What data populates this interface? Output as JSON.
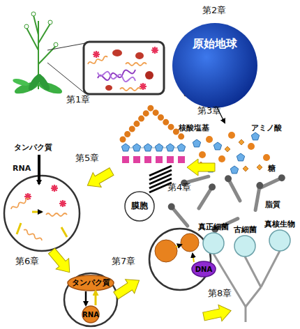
{
  "diagram": {
    "nodes": [
      {
        "text": [
          "原始地球"
        ]
      },
      {
        "text": [
          "膜胞"
        ]
      },
      {
        "text": [
          "タンパク質"
        ]
      },
      {
        "text": [
          "RNA"
        ]
      },
      {
        "text": [
          "DNA"
        ]
      },
      {
        "text": [
          "真正細菌"
        ]
      },
      {
        "text": [
          "古細菌"
        ]
      },
      {
        "text": [
          "真核生物"
        ]
      }
    ],
    "edges": [
      {
        "from": 2,
        "to": 3,
        "arrow": "to"
      },
      {
        "from": 3,
        "to": 2,
        "arrow": "to"
      }
    ],
    "labels": [
      "第1章",
      "第2章",
      "第3章",
      "アミノ酸",
      "核酸塩基",
      "糖",
      "脂質",
      "第4章",
      "第5章",
      "タンパク質",
      "RNA",
      "第6章",
      "第7章",
      "第8章"
    ]
  }
}
